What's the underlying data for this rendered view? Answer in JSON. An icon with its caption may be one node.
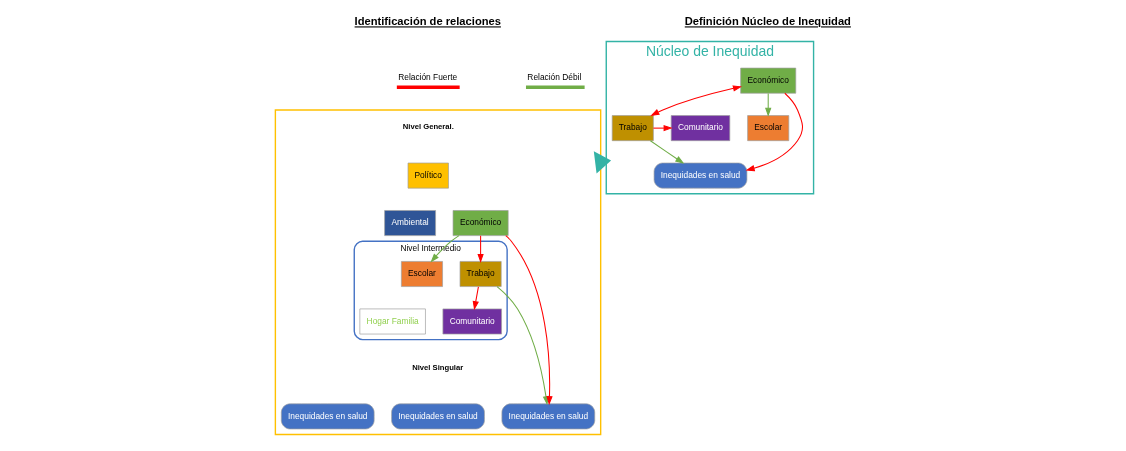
{
  "diagram": {
    "nodes": [
      {
        "text": [],
        "shape": "box"
      },
      {
        "text": [
          "Político"
        ],
        "in": 0
      },
      {
        "text": [
          "Ambiental"
        ],
        "in": 0
      },
      {
        "text": [
          "Nivel Intermedio"
        ],
        "in": 0
      },
      {
        "text": [
          "Económico"
        ],
        "in": 0
      },
      {
        "text": [
          "Trabajo"
        ],
        "in": 3
      },
      {
        "text": [
          "Comunitario"
        ],
        "in": 3
      },
      {
        "text": [
          "Hogar Familia"
        ],
        "in": 3
      },
      {
        "text": [
          "Escolar"
        ],
        "in": 3
      },
      {
        "text": [
          "Inequidades en salud"
        ],
        "in": 0
      },
      {
        "text": [
          "Inequidades en salud"
        ],
        "in": 0
      },
      {
        "text": [
          "Inequidades en salud"
        ],
        "in": 0
      },
      {
        "text": [
          "Núcleo de Inequidad"
        ]
      },
      {
        "text": [
          "Económico"
        ],
        "in": 12
      },
      {
        "text": [
          "Trabajo"
        ],
        "in": 12
      },
      {
        "text": [
          "Comunitario"
        ],
        "in": 12
      },
      {
        "text": [
          "Escolar"
        ],
        "in": 12
      },
      {
        "text": [
          "Inequidades en salud"
        ],
        "in": 12
      }
    ],
    "edges": [
      {
        "from": 4,
        "to": 5,
        "arrow": "to",
        "color": "#ff0000"
      },
      {
        "from": 5,
        "to": 6,
        "arrow": "to",
        "color": "#ff0000"
      },
      {
        "from": 5,
        "to": 11,
        "arrow": "to",
        "color": "#70ad47"
      },
      {
        "from": 4,
        "to": 8,
        "arrow": "to",
        "color": "#70ad47"
      },
      {
        "from": 4,
        "to": 11,
        "arrow": "to",
        "color": "#ff0000"
      },
      {
        "from": 0,
        "to": 12,
        "arrow": "to",
        "style": "thick",
        "color": "#33b3a6"
      },
      {
        "from": 13,
        "to": 14,
        "arrow": "both",
        "color": "#ff0000"
      },
      {
        "from": 14,
        "to": 15,
        "arrow": "to",
        "color": "#ff0000"
      },
      {
        "from": 13,
        "to": 16,
        "arrow": "to",
        "color": "#70ad47"
      },
      {
        "from": 13,
        "to": 17,
        "arrow": "to",
        "color": "#ff0000"
      },
      {
        "from": 14,
        "to": 17,
        "arrow": "to",
        "color": "#70ad47"
      }
    ],
    "labels": [
      "Identificación de relaciones",
      "Definición Núcleo de Inequidad",
      "Nivel General.",
      "Nivel Singular"
    ],
    "legend": [
      {
        "text": "Relación Fuerte"
      },
      {
        "text": "Relación Débil"
      }
    ]
  }
}
